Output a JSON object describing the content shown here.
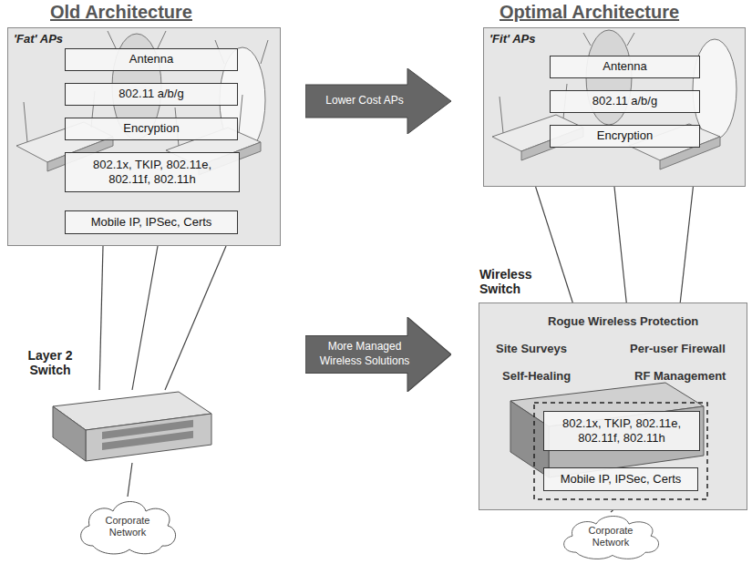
{
  "diagram": {
    "nodes": [
      {
        "text": [
          "'Fat' APs"
        ]
      },
      {
        "text": [
          "Antenna"
        ],
        "in": 0
      },
      {
        "text": [
          "802.11 a/b/g"
        ],
        "in": 0
      },
      {
        "text": [
          "Encryption"
        ],
        "in": 0
      },
      {
        "text": [
          "802.1x, TKIP, 802.11e, 802.11f, 802.11h"
        ],
        "in": 0
      },
      {
        "text": [
          "Mobile IP, IPSec, Certs"
        ],
        "in": 0
      },
      {
        "text": [
          "Layer 2 Switch"
        ]
      },
      {
        "text": [
          "Corporate Network"
        ]
      },
      {
        "text": [
          "Lower Cost APs"
        ]
      },
      {
        "text": [
          "More Managed Wireless Solutions"
        ]
      },
      {
        "text": [
          "'Fit' APs"
        ]
      },
      {
        "text": [
          "Antenna"
        ],
        "in": 10
      },
      {
        "text": [
          "802.11 a/b/g"
        ],
        "in": 10
      },
      {
        "text": [
          "Encryption"
        ],
        "in": 10
      },
      {
        "text": [
          "Wireless Switch",
          "Rogue Wireless Protection",
          "Site Surveys",
          "Per-user Firewall",
          "Self-Healing",
          "RF Management"
        ]
      },
      {
        "text": [
          "802.1x, TKIP, 802.11e, 802.11f, 802.11h"
        ],
        "in": 14
      },
      {
        "text": [
          "Mobile IP, IPSec, Certs"
        ],
        "in": 14
      },
      {
        "text": [
          "Corporate Network"
        ]
      }
    ],
    "edges": [
      {
        "from": 0,
        "to": 6,
        "arrow": "none"
      },
      {
        "from": 0,
        "to": 6,
        "arrow": "none"
      },
      {
        "from": 0,
        "to": 6,
        "arrow": "none"
      },
      {
        "from": 6,
        "to": 7,
        "arrow": "none"
      },
      {
        "from": 10,
        "to": 14,
        "arrow": "none"
      },
      {
        "from": 10,
        "to": 14,
        "arrow": "none"
      },
      {
        "from": 10,
        "to": 14,
        "arrow": "none"
      },
      {
        "from": 14,
        "to": 17,
        "arrow": "none"
      }
    ],
    "labels": [
      "Old Architecture",
      "Optimal Architecture"
    ]
  }
}
